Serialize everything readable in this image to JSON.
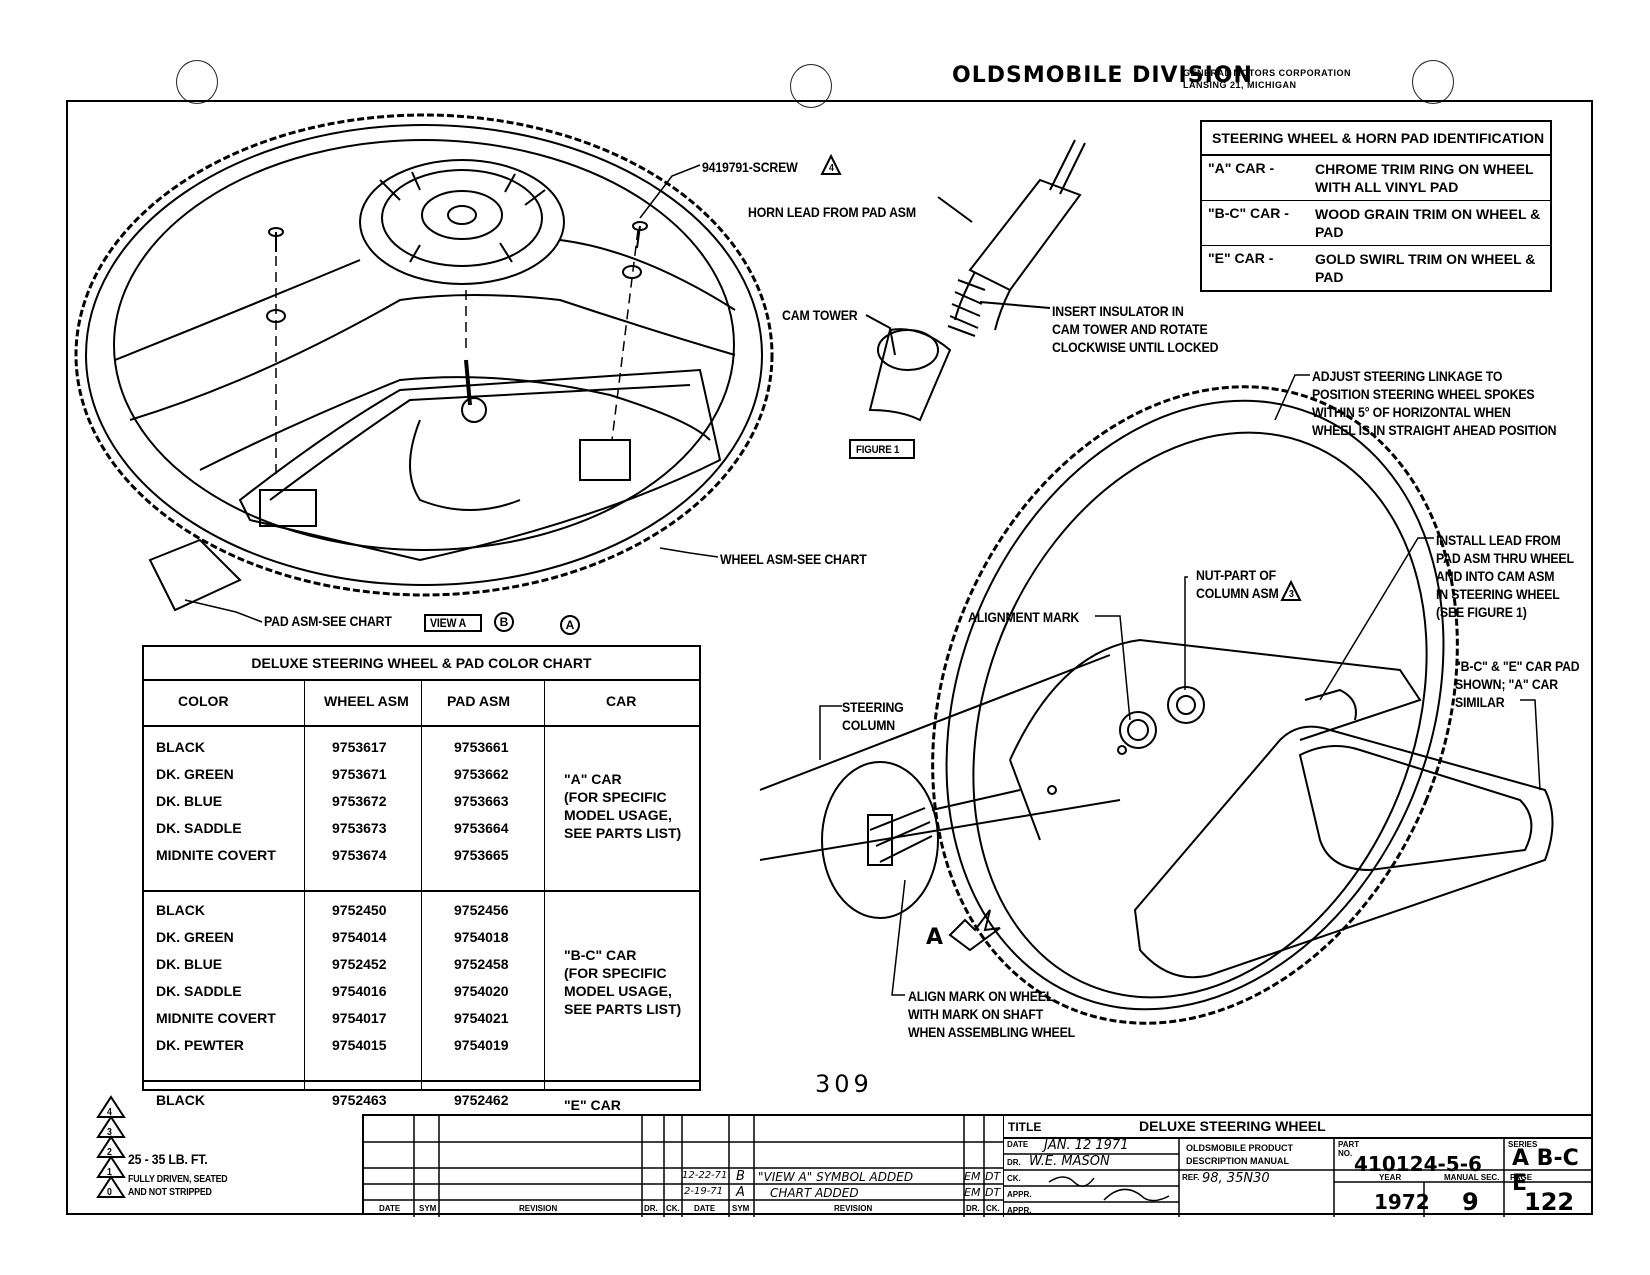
{
  "header": {
    "division": "OLDSMOBILE DIVISION",
    "corp_line1": "GENERAL MOTORS CORPORATION",
    "corp_line2": "LANSING 21, MICHIGAN"
  },
  "identification": {
    "title": "STEERING WHEEL & HORN PAD IDENTIFICATION",
    "rows": [
      {
        "car": "\"A\" CAR -",
        "desc": "CHROME TRIM RING ON WHEEL WITH ALL VINYL PAD"
      },
      {
        "car": "\"B-C\" CAR -",
        "desc": "WOOD GRAIN TRIM ON WHEEL & PAD"
      },
      {
        "car": "\"E\" CAR -",
        "desc": "GOLD SWIRL TRIM ON WHEEL & PAD"
      }
    ]
  },
  "callouts": {
    "screw": "9419791-SCREW",
    "screw_note_num": "4",
    "horn_lead": "HORN LEAD FROM PAD ASM",
    "cam_tower": "CAM TOWER",
    "insert_insulator": [
      "INSERT INSULATOR IN",
      "CAM TOWER AND ROTATE",
      "CLOCKWISE UNTIL LOCKED"
    ],
    "figure": "FIGURE 1",
    "adjust": [
      "ADJUST STEERING LINKAGE TO",
      "POSITION STEERING WHEEL SPOKES",
      "WITHIN 5° OF HORIZONTAL WHEN",
      "WHEEL IS IN STRAIGHT AHEAD POSITION"
    ],
    "wheel_asm": "WHEEL ASM-SEE CHART",
    "pad_asm": "PAD ASM-SEE CHART",
    "view_a": "VIEW A",
    "rev_b": "B",
    "rev_a": "A",
    "install_lead": [
      "INSTALL LEAD FROM",
      "PAD ASM THRU WHEEL",
      "AND INTO CAM ASM",
      "IN STEERING WHEEL",
      "(SEE FIGURE 1)"
    ],
    "nut": [
      "NUT-PART OF",
      "COLUMN ASM"
    ],
    "nut_note_num": "3",
    "alignment_mark": "ALIGNMENT MARK",
    "bc_e_shown": [
      "\"B-C\" & \"E\" CAR PAD",
      "SHOWN; \"A\" CAR",
      "SIMILAR"
    ],
    "steering_column": [
      "STEERING",
      "COLUMN"
    ],
    "view_arrow": "A",
    "align_mark": [
      "ALIGN MARK ON WHEEL",
      "WITH MARK ON SHAFT",
      "WHEN ASSEMBLING WHEEL"
    ],
    "page_number": "309"
  },
  "color_chart": {
    "title": "DELUXE STEERING WHEEL & PAD COLOR CHART",
    "headers": [
      "COLOR",
      "WHEEL ASM",
      "PAD ASM",
      "CAR"
    ],
    "groups": [
      {
        "car": [
          "\"A\" CAR",
          "(FOR SPECIFIC",
          "MODEL USAGE,",
          "SEE PARTS LIST)"
        ],
        "rows": [
          [
            "BLACK",
            "9753617",
            "9753661"
          ],
          [
            "DK. GREEN",
            "9753671",
            "9753662"
          ],
          [
            "DK. BLUE",
            "9753672",
            "9753663"
          ],
          [
            "DK. SADDLE",
            "9753673",
            "9753664"
          ],
          [
            "MIDNITE COVERT",
            "9753674",
            "9753665"
          ]
        ]
      },
      {
        "car": [
          "\"B-C\" CAR",
          "(FOR SPECIFIC",
          "MODEL USAGE,",
          "SEE PARTS LIST)"
        ],
        "rows": [
          [
            "BLACK",
            "9752450",
            "9752456"
          ],
          [
            "DK. GREEN",
            "9754014",
            "9754018"
          ],
          [
            "DK. BLUE",
            "9752452",
            "9752458"
          ],
          [
            "DK. SADDLE",
            "9754016",
            "9754020"
          ],
          [
            "MIDNITE COVERT",
            "9754017",
            "9754021"
          ],
          [
            "DK. PEWTER",
            "9754015",
            "9754019"
          ]
        ]
      },
      {
        "car": [
          "\"E\" CAR"
        ],
        "rows": [
          [
            "BLACK",
            "9752463",
            "9752462"
          ]
        ]
      }
    ]
  },
  "notes": {
    "torque": "25 - 35 LB. FT.",
    "fully_driven": [
      "FULLY DRIVEN, SEATED",
      "AND NOT STRIPPED"
    ],
    "note_numbers": [
      "4",
      "3",
      "2",
      "1",
      "0"
    ]
  },
  "title_block": {
    "title_label": "TITLE",
    "title": "DELUXE STEERING WHEEL",
    "date_label": "DATE",
    "date": "JAN. 12 1971",
    "dr_label": "DR.",
    "dr": "W.E. MASON",
    "ck_label": "CK.",
    "appr_label": "APPR.",
    "manual_line1": "OLDSMOBILE PRODUCT",
    "manual_line2": "DESCRIPTION MANUAL",
    "ref_label": "REF.",
    "ref": "98, 35N30",
    "part_label": "PART NO.",
    "part_no": "410124-5-6",
    "series_label": "SERIES",
    "series": "A B-C E",
    "year_label": "YEAR",
    "year": "1972",
    "manual_label": "MANUAL SEC.",
    "manual_sec": "9",
    "page_label": "PAGE",
    "page": "122",
    "revision_headers": [
      "DATE",
      "SYM",
      "REVISION",
      "DR.",
      "CK."
    ],
    "revisions": [
      {
        "date": "12-22-71",
        "sym": "B",
        "revision": "\"VIEW A\" SYMBOL ADDED",
        "dr": "EM",
        "ck": "DT"
      },
      {
        "date": "2-19-71",
        "sym": "A",
        "revision": "CHART ADDED",
        "dr": "EM",
        "ck": "DT"
      }
    ]
  }
}
